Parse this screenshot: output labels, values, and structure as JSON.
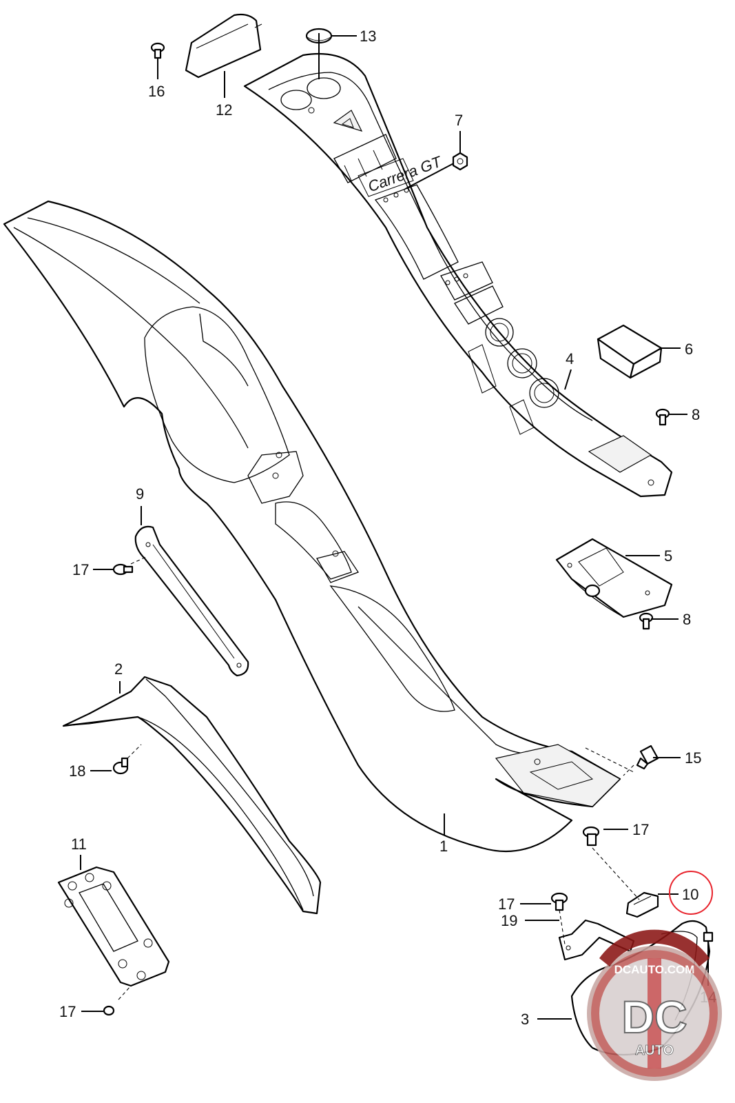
{
  "callouts": {
    "p1": "1",
    "p2": "2",
    "p3": "3",
    "p4": "4",
    "p5": "5",
    "p6": "6",
    "p7": "7",
    "p8a": "8",
    "p8b": "8",
    "p9": "9",
    "p10": "10",
    "p11": "11",
    "p12": "12",
    "p13": "13",
    "p14": "14",
    "p15": "15",
    "p16": "16",
    "p17a": "17",
    "p17b": "17",
    "p17c": "17",
    "p17d": "17",
    "p18": "18",
    "p19": "19"
  },
  "badge_text": "Carrera GT",
  "watermark": {
    "top": "DCAUTO.COM",
    "mark": "DC",
    "bottom": "AUTO"
  },
  "highlight_color": "#e8222b"
}
